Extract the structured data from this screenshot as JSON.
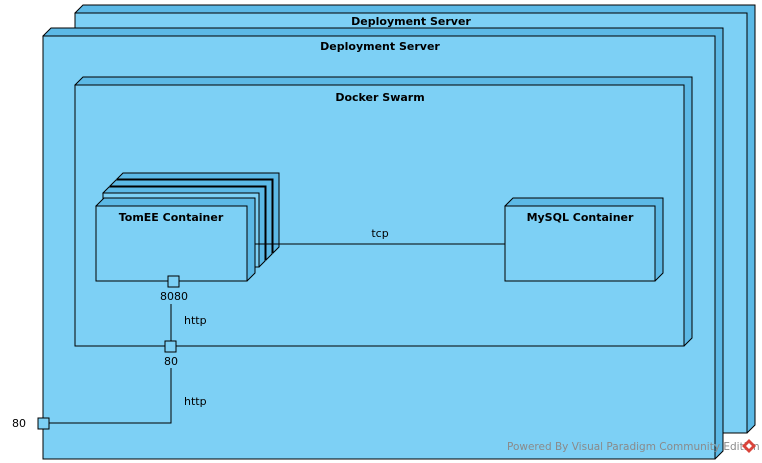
{
  "nodes": {
    "server_back_title": "Deployment Server",
    "server_front_title": "Deployment Server",
    "swarm_title": "Docker Swarm",
    "tomee_title": "TomEE Container",
    "mysql_title": "MySQL Container"
  },
  "ports": {
    "tomee_port": "8080",
    "swarm_port": "80",
    "server_port": "80"
  },
  "connections": {
    "tomee_mysql": "tcp",
    "tomee_swarm": "http",
    "swarm_server": "http"
  },
  "watermark": "Powered By Visual Paradigm Community Edition",
  "colors": {
    "node_fill": "#7DD0F5",
    "node_side": "#5CB9E6",
    "stroke": "#000000",
    "watermark_logo": "#D9443B"
  }
}
